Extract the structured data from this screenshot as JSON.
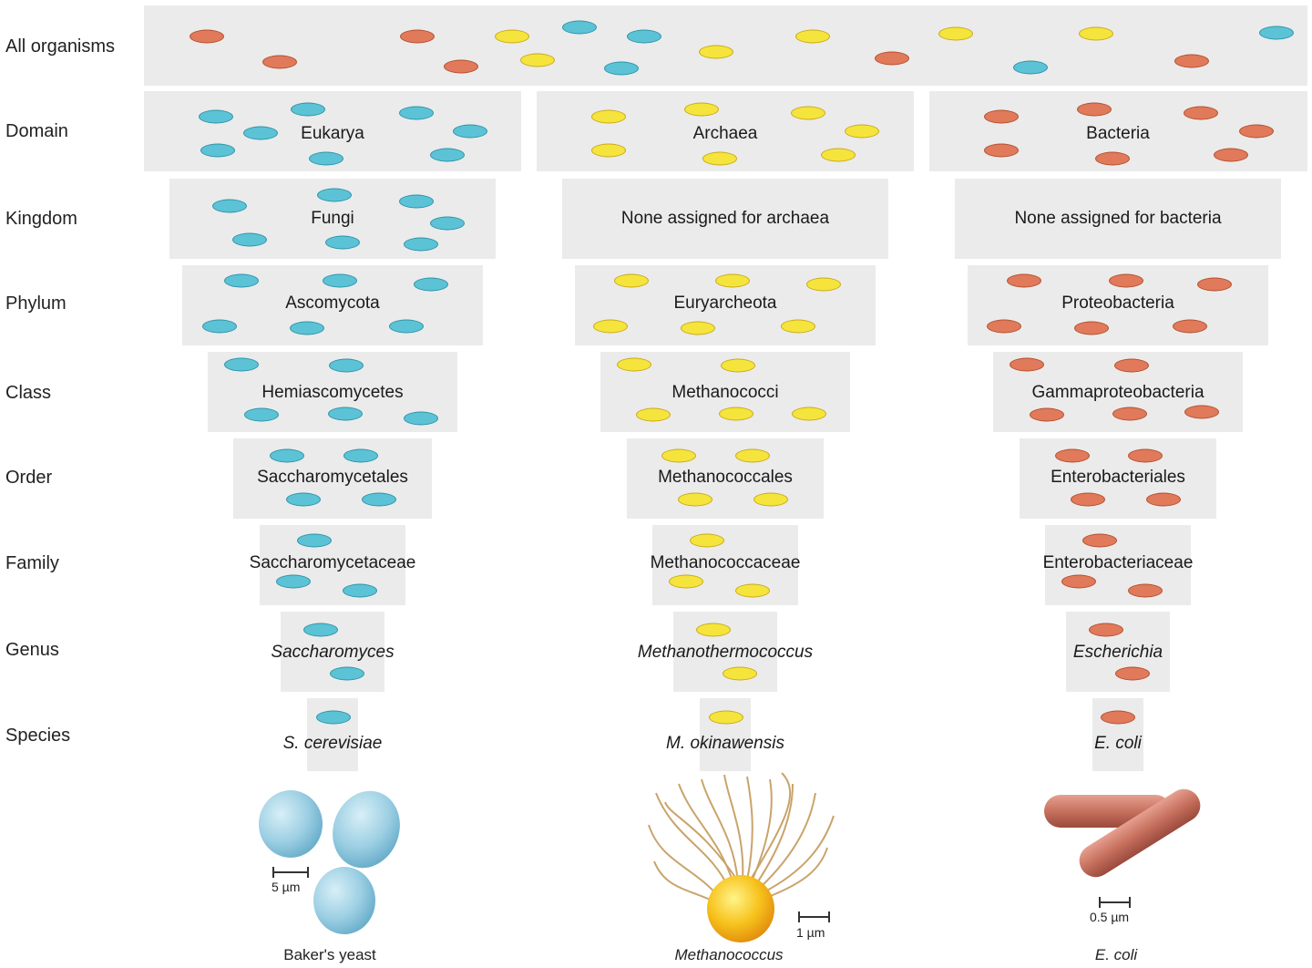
{
  "rows": {
    "all": "All organisms",
    "domain": "Domain",
    "kingdom": "Kingdom",
    "phylum": "Phylum",
    "class": "Class",
    "order": "Order",
    "family": "Family",
    "genus": "Genus",
    "species": "Species"
  },
  "eukarya": {
    "domain": "Eukarya",
    "kingdom": "Fungi",
    "phylum": "Ascomycota",
    "class": "Hemiascomycetes",
    "order": "Saccharomycetales",
    "family": "Saccharomycetaceae",
    "genus": "Saccharomyces",
    "species": "S. cerevisiae",
    "caption": "Baker's yeast",
    "scale": "5 µm"
  },
  "archaea": {
    "domain": "Archaea",
    "kingdom": "None assigned for archaea",
    "phylum": "Euryarcheota",
    "class": "Methanococci",
    "order": "Methanococcales",
    "family": "Methanococcaceae",
    "genus": "Methanothermococcus",
    "species": "M. okinawensis",
    "caption": "Methanococcus",
    "scale": "1 µm"
  },
  "bacteria": {
    "domain": "Bacteria",
    "kingdom": "None assigned for bacteria",
    "phylum": "Proteobacteria",
    "class": "Gammaproteobacteria",
    "order": "Enterobacteriales",
    "family": "Enterobacteriaceae",
    "genus": "Escherichia",
    "species": "E. coli",
    "caption": "E. coli",
    "scale": "0.5 µm"
  },
  "colors": {
    "eukarya_cell": "#5cc3d6",
    "archaea_cell": "#f5e43c",
    "bacteria_cell": "#e07a5a",
    "panel": "#ebebeb"
  }
}
